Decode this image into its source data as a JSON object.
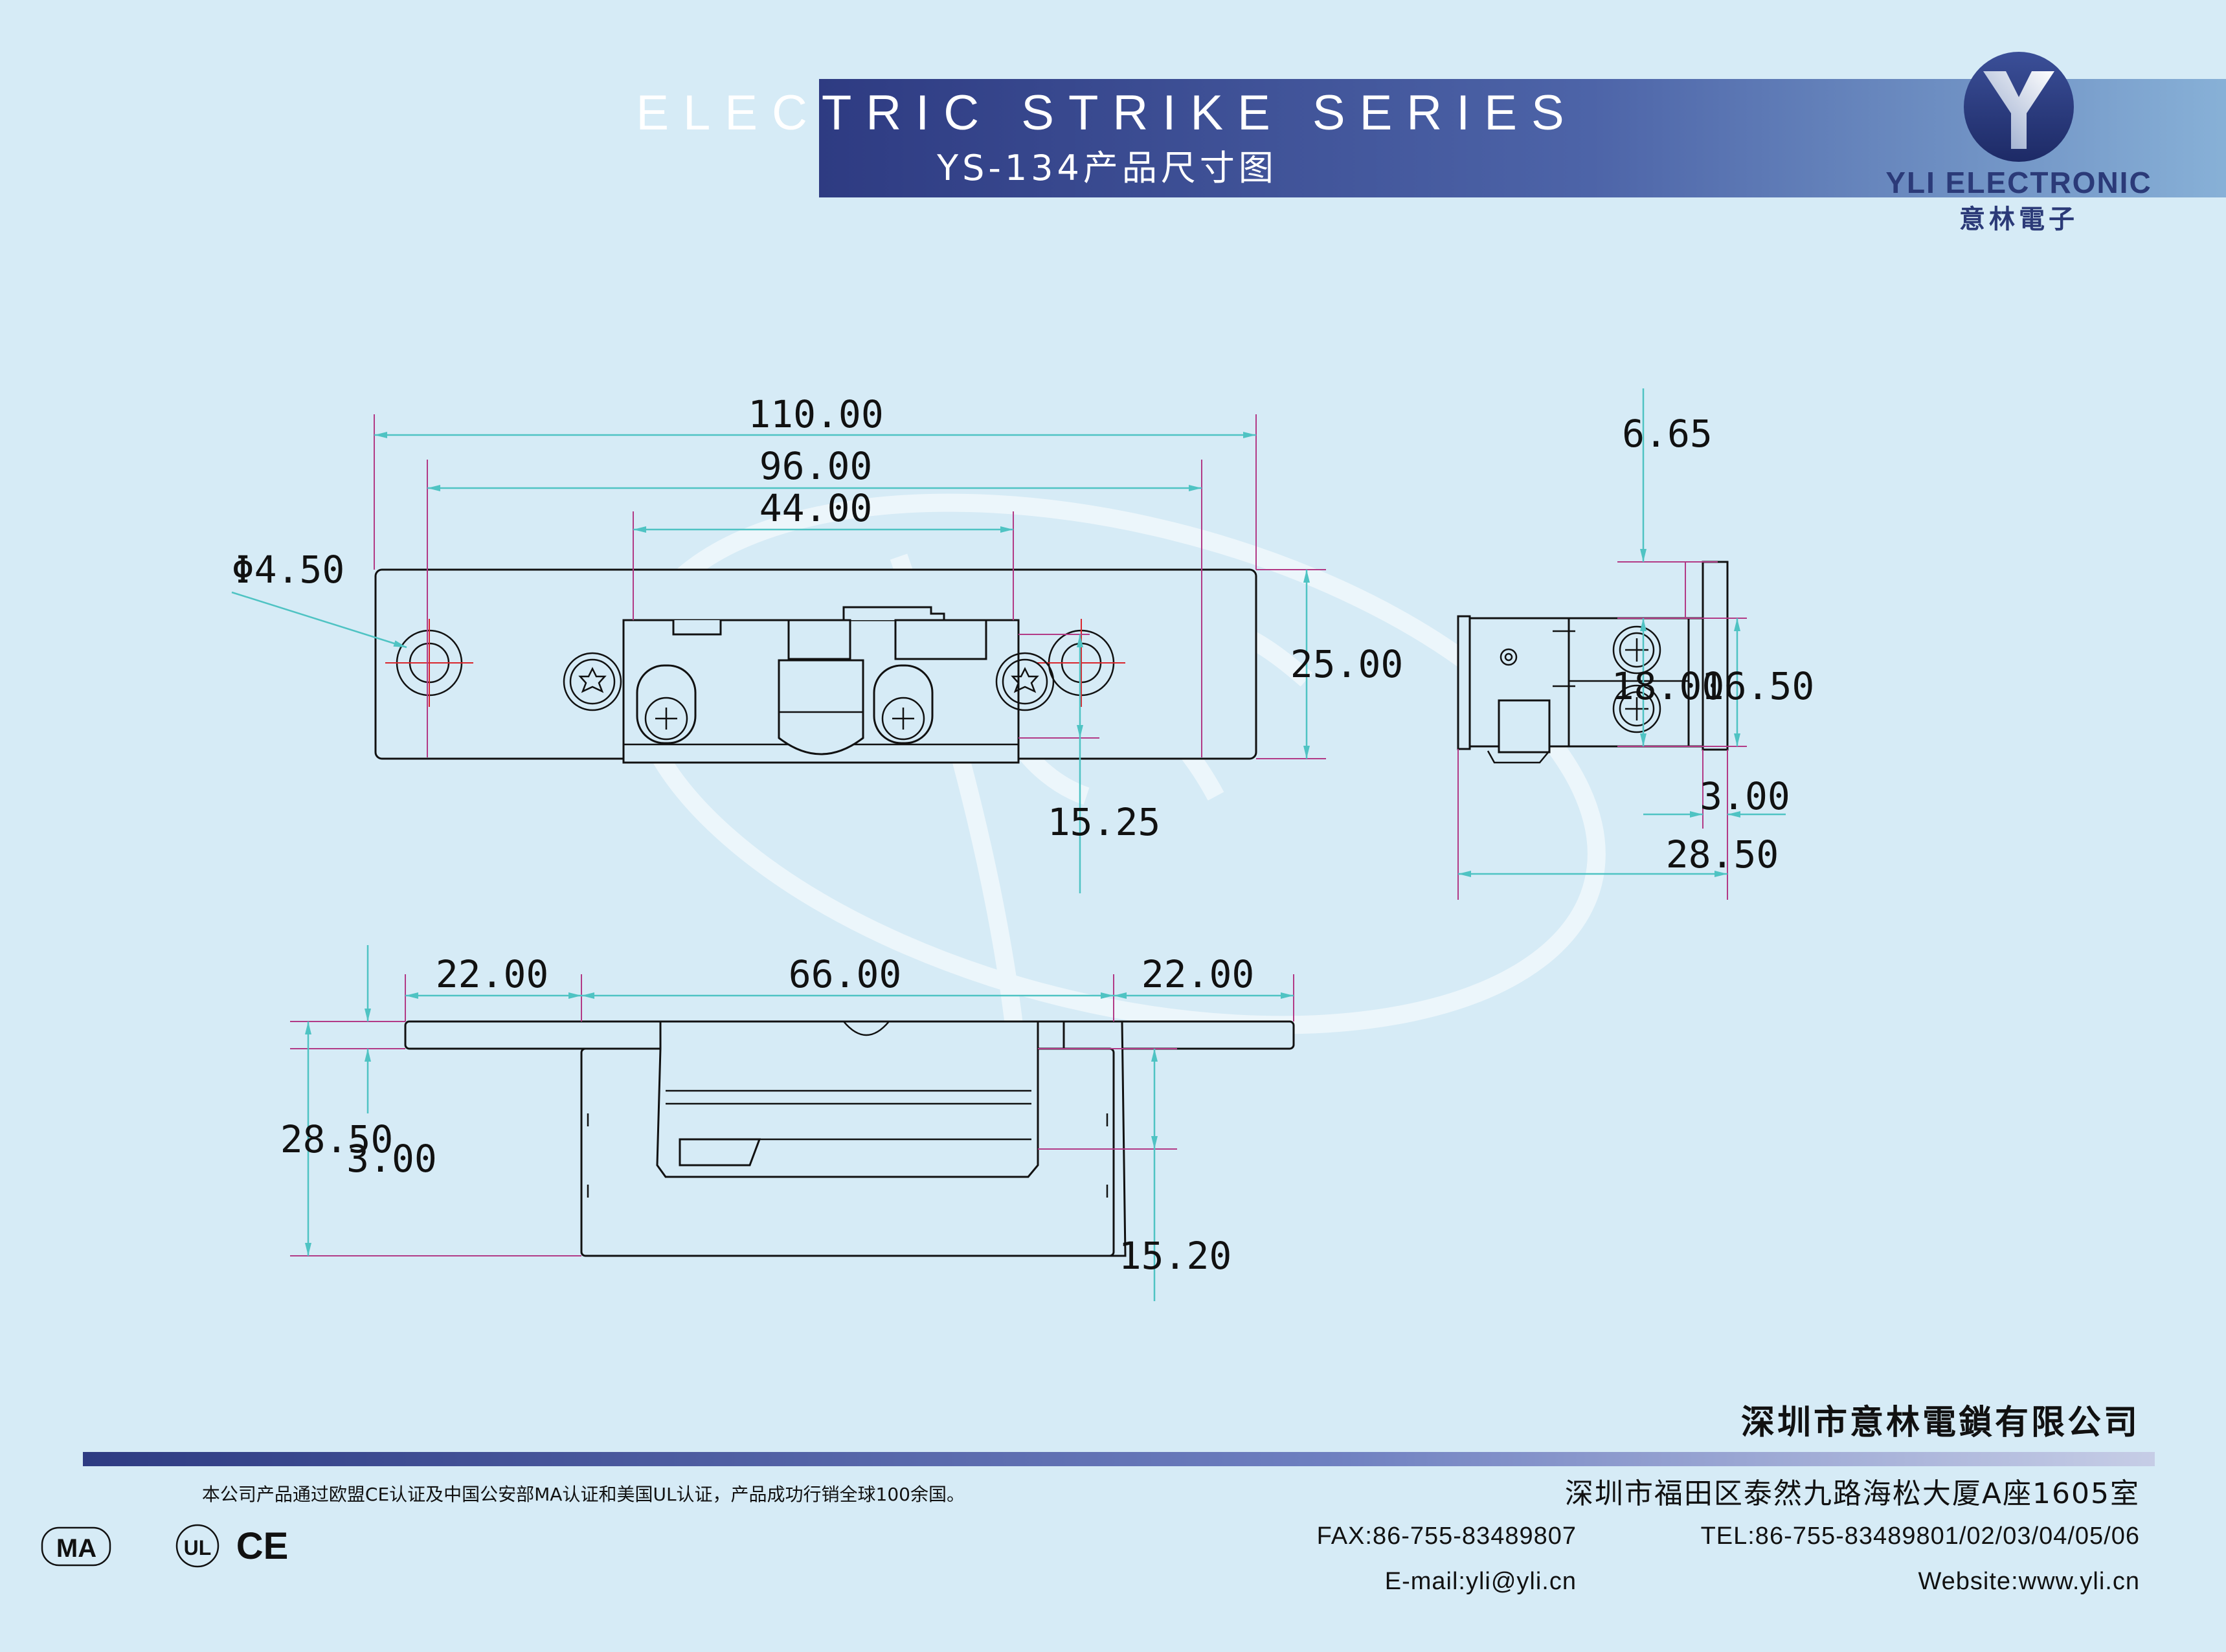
{
  "header": {
    "title": "ELECTRIC STRIKE SERIES",
    "subtitle": "YS-134产品尺寸图",
    "banner_colors": [
      "#2e3b82",
      "#a4d6ee"
    ]
  },
  "logo": {
    "brand_en": "YLI ELECTRONIC",
    "brand_cn": "意林電子",
    "icon": "y-logo-icon",
    "color": "#2b3a78"
  },
  "front_view": {
    "dims": {
      "total_length": "110.00",
      "hole_spacing": "96.00",
      "body_length": "44.00",
      "hole_dia": "Φ4.50",
      "plate_height": "25.00",
      "body_offset": "15.25"
    }
  },
  "side_view": {
    "dims": {
      "top_gap": "6.65",
      "body_height": "18.00",
      "terminal_height": "16.50",
      "plate_thickness": "3.00",
      "total_depth": "28.50"
    }
  },
  "bottom_view": {
    "dims": {
      "left_flange": "22.00",
      "body_length": "66.00",
      "right_flange": "22.00",
      "total_depth": "28.50",
      "plate_thickness": "3.00",
      "body_offset": "15.20"
    }
  },
  "footer": {
    "company": "深圳市意林電鎖有限公司",
    "address": "深圳市福田区泰然九路海松大厦A座1605室",
    "tel": "TEL:86-755-83489801/02/03/04/05/06",
    "fax": "FAX:86-755-83489807",
    "website": "Website:www.yli.cn",
    "email": "E-mail:yli@yli.cn",
    "certification": "本公司产品通过欧盟CE认证及中国公安部MA认证和美国UL认证，产品成功行销全球100余国。",
    "marks": [
      "CE",
      "UL",
      "MA"
    ]
  }
}
